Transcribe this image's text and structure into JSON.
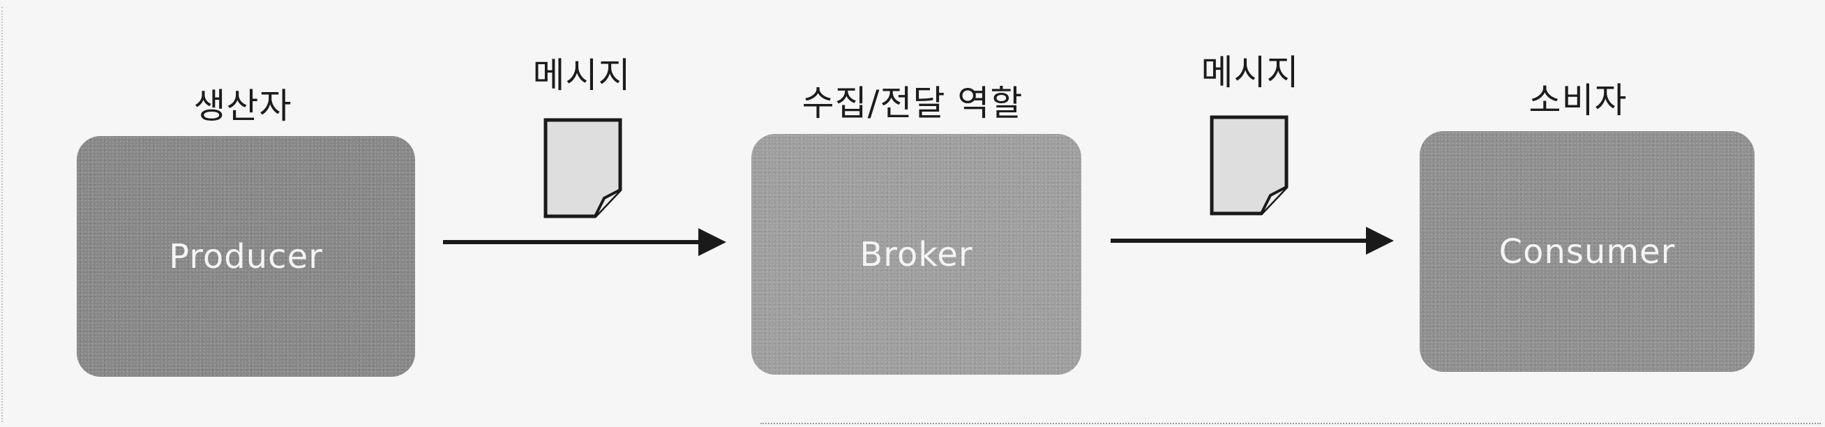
{
  "diagram": {
    "nodes": [
      {
        "role_label": "생산자",
        "box_label": "Producer"
      },
      {
        "role_label": "수집/전달 역할",
        "box_label": "Broker"
      },
      {
        "role_label": "소비자",
        "box_label": "Consumer"
      }
    ],
    "edges": [
      {
        "from": "Producer",
        "to": "Broker",
        "label": "메시지"
      },
      {
        "from": "Broker",
        "to": "Consumer",
        "label": "메시지"
      }
    ]
  }
}
